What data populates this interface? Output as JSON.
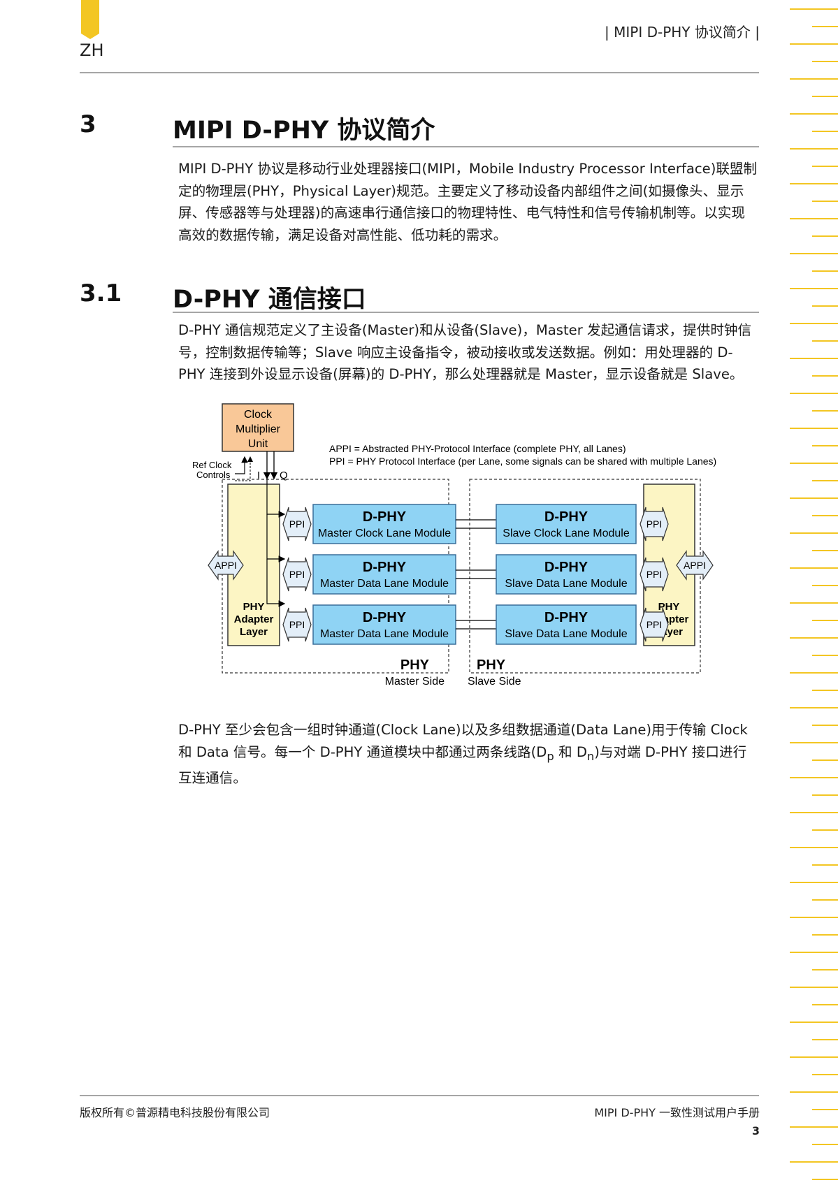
{
  "header": {
    "lang_label": "ZH",
    "running_title": "| MIPI D-PHY 协议简介 |"
  },
  "section3": {
    "number": "3",
    "title": "MIPI D-PHY 协议简介",
    "paragraph": "MIPI D-PHY 协议是移动行业处理器接口(MIPI，Mobile Industry Processor Interface)联盟制定的物理层(PHY，Physical Layer)规范。主要定义了移动设备内部组件之间(如摄像头、显示屏、传感器等与处理器)的高速串行通信接口的物理特性、电气特性和信号传输机制等。以实现高效的数据传输，满足设备对高性能、低功耗的需求。"
  },
  "section31": {
    "number": "3.1",
    "title": "D-PHY 通信接口",
    "paragraph": "D-PHY 通信规范定义了主设备(Master)和从设备(Slave)，Master 发起通信请求，提供时钟信号，控制数据传输等；Slave 响应主设备指令，被动接收或发送数据。例如：用处理器的 D-PHY 连接到外设显示设备(屏幕)的 D-PHY，那么处理器就是 Master，显示设备就是 Slave。",
    "para2_part1": "D-PHY 至少会包含一组时钟通道(Clock Lane)以及多组数据通道(Data Lane)用于传输 Clock 和 Data 信号。每一个 D-PHY 通道模块中都通过两条线路(D",
    "para2_sub_p": "p",
    "para2_and": " 和 D",
    "para2_sub_n": "n",
    "para2_part2": ")与对端 D-PHY 接口进行互连通信。"
  },
  "diagram": {
    "clock_unit": [
      "Clock",
      "Multiplier",
      "Unit"
    ],
    "legend_appi": "APPI  = Abstracted PHY-Protocol Interface (complete PHY, all Lanes)",
    "legend_ppi": "PPI    = PHY Protocol Interface (per Lane, some signals can be shared with multiple Lanes)",
    "ref_clock": [
      "Ref Clock",
      "Controls"
    ],
    "label_i": "I",
    "label_q": "Q",
    "appi": "APPI",
    "ppi": "PPI",
    "adapter": [
      "PHY",
      "Adapter",
      "Layer"
    ],
    "module_head": "D-PHY",
    "master_modules": [
      "Master Clock Lane Module",
      "Master Data Lane Module",
      "Master Data Lane Module"
    ],
    "slave_modules": [
      "Slave Clock Lane Module",
      "Slave Data Lane Module",
      "Slave Data Lane Module"
    ],
    "phy": "PHY",
    "master_side": "Master Side",
    "slave_side": "Slave Side",
    "colors": {
      "module_fill": "#8fd3f4",
      "module_stroke": "#3a6e9a",
      "adapter_fill": "#fcf5c4",
      "clock_fill": "#f9c898",
      "ppi_fill": "#e3eef8"
    }
  },
  "footer": {
    "copyright": "版权所有©普源精电科技股份有限公司",
    "manual_title": "MIPI D-PHY 一致性测试用户手册",
    "page_number": "3"
  },
  "theme": {
    "accent": "#f3c623",
    "rule": "#a6a6a6"
  }
}
